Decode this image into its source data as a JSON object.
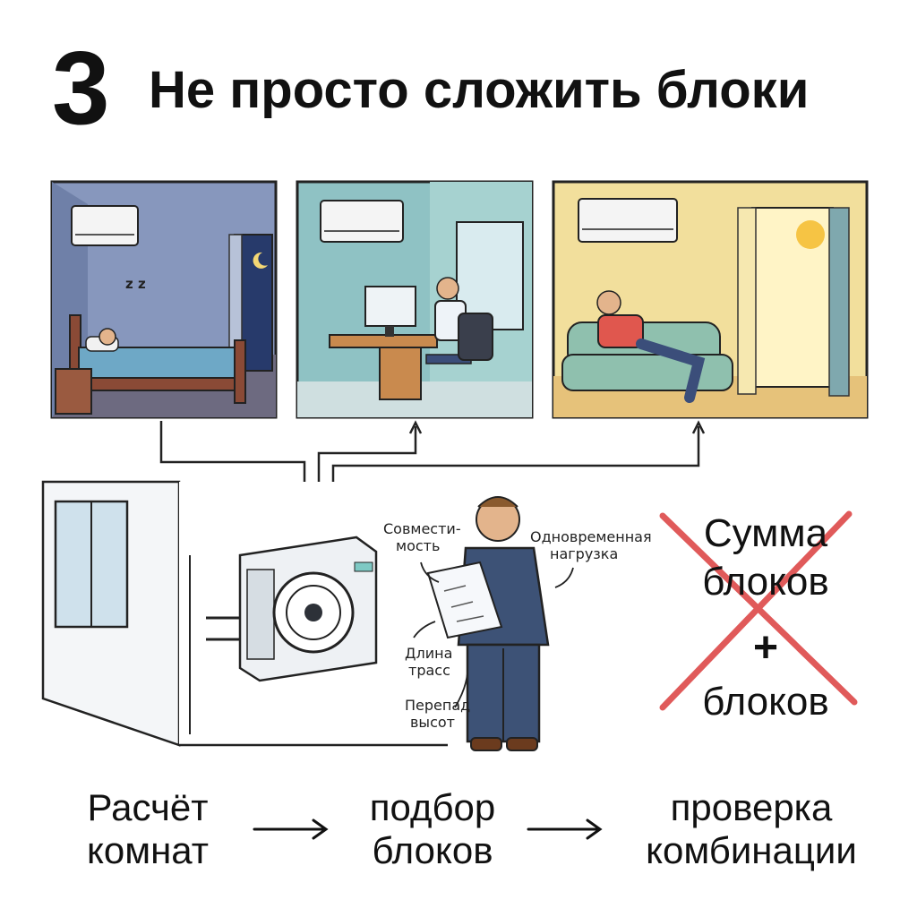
{
  "header": {
    "step_number": "3",
    "title": "Не просто сложить блоки"
  },
  "panels": [
    {
      "scene": "bedroom",
      "label": ""
    },
    {
      "scene": "office",
      "label": ""
    },
    {
      "scene": "living-room",
      "label": ""
    }
  ],
  "callouts": {
    "compatibility_line1": "Совмести-",
    "compatibility_line2": "мость",
    "simultaneous_load_line1": "Одновременная",
    "simultaneous_load_line2": "нагрузка",
    "pipe_length_line1": "Длина",
    "pipe_length_line2": "трасс",
    "height_diff_line1": "Перепад",
    "height_diff_line2": "высот"
  },
  "crossed_out": {
    "line1": "Сумма",
    "line2": "блоков",
    "plus": "+",
    "line3": "блоков",
    "cross_color": "#e05a5a"
  },
  "flow": {
    "step1_line1": "Расчёт",
    "step1_line2": "комнат",
    "step2_line1": "подбор",
    "step2_line2": "блоков",
    "step3_line1": "проверка",
    "step3_line2": "комбинации"
  },
  "colors": {
    "bedroom_wall": "#7f90b8",
    "office_wall": "#8fc2c4",
    "living_wall": "#f2df9c",
    "sofa": "#8fc0ae"
  }
}
